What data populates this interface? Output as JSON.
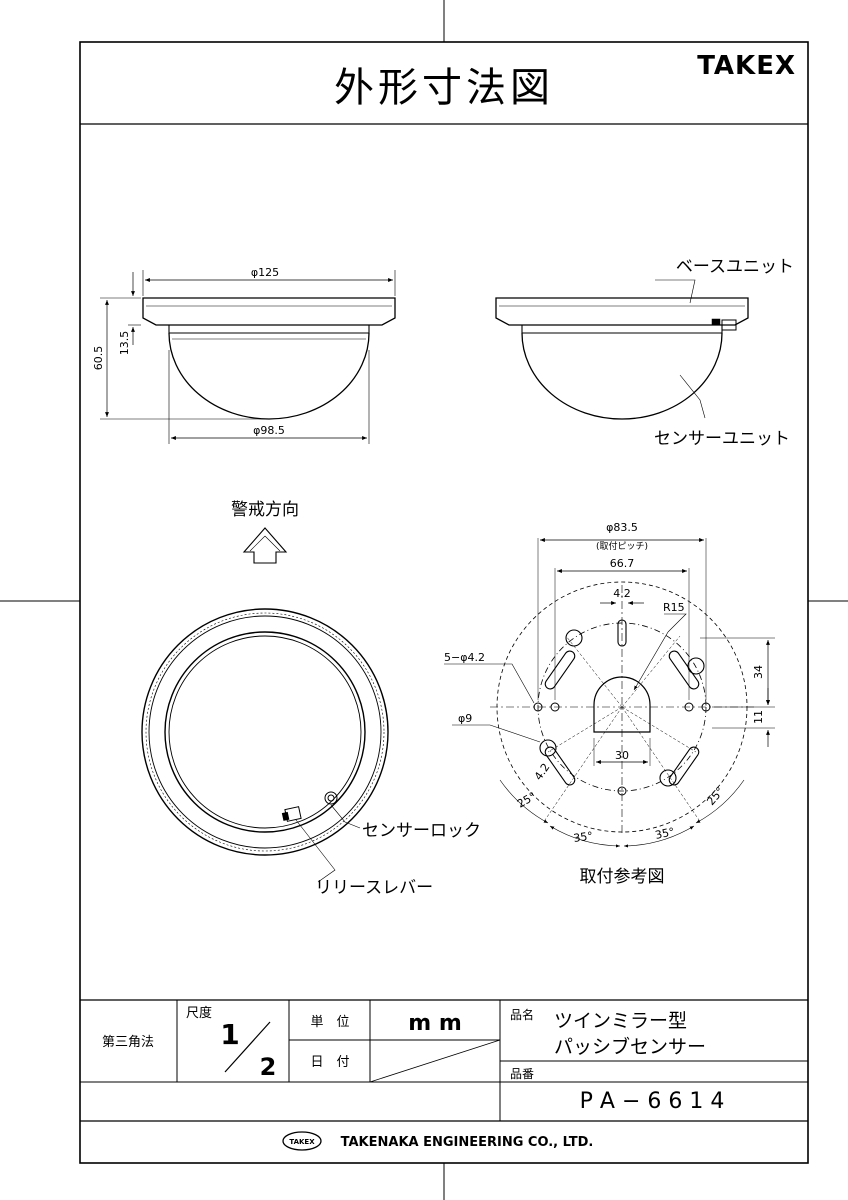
{
  "header": {
    "title": "外形寸法図",
    "brand": "TAKEX"
  },
  "side_view": {
    "dim_top_width": "φ125",
    "dim_bottom_width": "φ98.5",
    "dim_total_height": "60.5",
    "dim_base_height": "13.5"
  },
  "front_view": {
    "label_base": "ベースユニット",
    "label_sensor": "センサーユニット"
  },
  "top_view": {
    "direction_label": "警戒方向",
    "label_lock": "センサーロック",
    "label_lever": "リリースレバー"
  },
  "mount_view": {
    "dim_pitch": "φ83.5",
    "dim_pitch_note": "(取付ピッチ)",
    "dim_667": "66.7",
    "dim_42_top": "4.2",
    "dim_r15": "R15",
    "dim_5phi": "5−φ4.2",
    "dim_phi9": "φ9",
    "dim_42_slot": "4.2",
    "dim_30": "30",
    "dim_34": "34",
    "dim_11": "11",
    "angle_left": "25°",
    "angle_right": "25°",
    "angle_bottom_left": "35°",
    "angle_bottom_right": "35°",
    "caption": "取付参考図"
  },
  "title_block": {
    "projection": "第三角法",
    "scale_label": "尺度",
    "scale_num": "1",
    "scale_den": "2",
    "unit_label": "単　位",
    "unit_value": "m m",
    "date_label": "日　付",
    "name_label": "品名",
    "name_line1": "ツインミラー型",
    "name_line2": "パッシブセンサー",
    "part_label": "品番",
    "part_value": "P A − 6 6 1 4",
    "company_logo": "TAKEX",
    "company": "TAKENAKA ENGINEERING CO., LTD."
  }
}
